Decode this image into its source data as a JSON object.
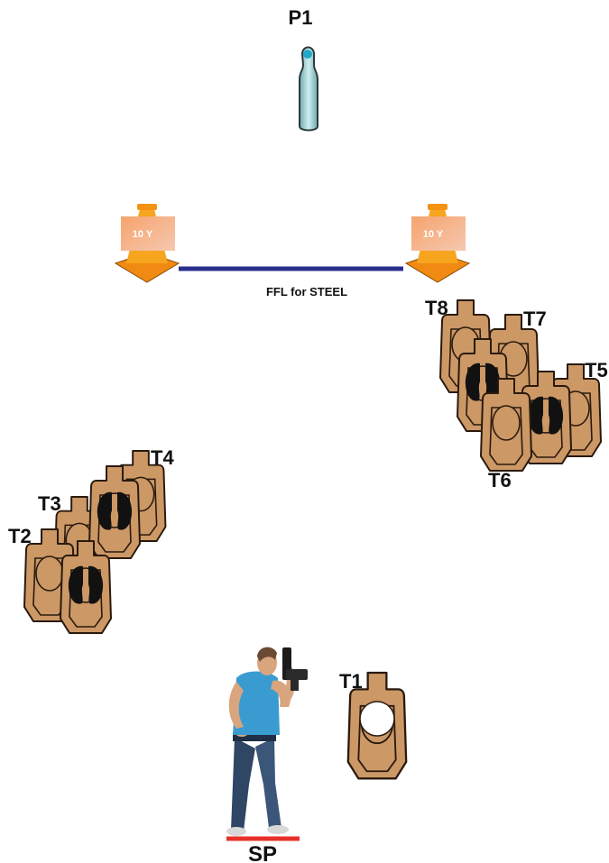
{
  "steel": {
    "label": "P1"
  },
  "cones": [
    {
      "label": "10 Y"
    },
    {
      "label": "10 Y"
    }
  ],
  "fault_line": {
    "label": "FFL for STEEL",
    "color": "#2a2e8c"
  },
  "start_position": {
    "label": "SP",
    "color": "#e8312a"
  },
  "targets": [
    {
      "label": "T1",
      "type": "hardcover-hole"
    },
    {
      "label": "T2",
      "type": "paper"
    },
    {
      "label": "T3",
      "type": "paper"
    },
    {
      "label": "T4",
      "type": "paper"
    },
    {
      "label": "T5",
      "type": "paper"
    },
    {
      "label": "T6",
      "type": "paper"
    },
    {
      "label": "T7",
      "type": "paper"
    },
    {
      "label": "T8",
      "type": "paper"
    }
  ],
  "colors": {
    "target": "#cc9866",
    "target_outline": "#2a1a0e",
    "no_shoot": "#111111",
    "cone": "#f6a21c",
    "cone_sign": "#f2a27a",
    "steel": "#8fc2c6"
  }
}
